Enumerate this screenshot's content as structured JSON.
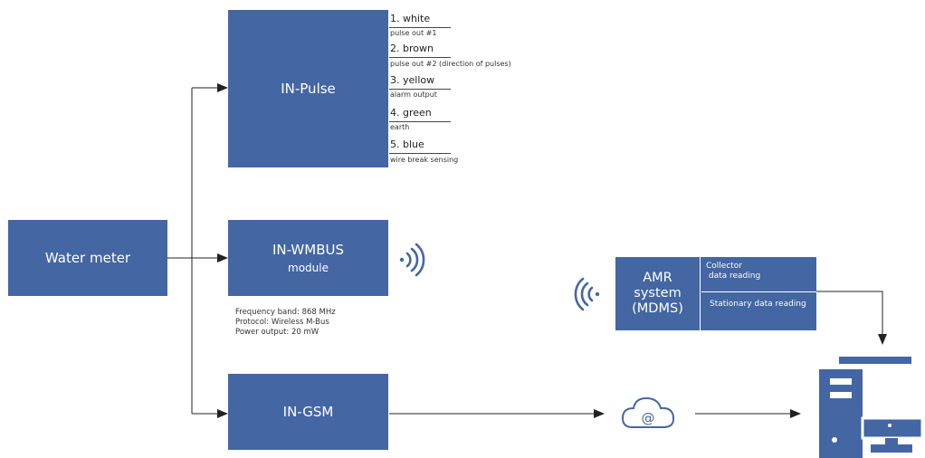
{
  "nodes": {
    "water_meter": "Water meter",
    "in_pulse": "IN-Pulse",
    "in_wmbus_title": "IN-WMBUS",
    "in_wmbus_sub": "module",
    "in_gsm": "IN-GSM"
  },
  "wires": [
    {
      "name": "1. white",
      "desc": "pulse out #1"
    },
    {
      "name": "2. brown",
      "desc": "pulse out #2 (direction of pulses)"
    },
    {
      "name": "3. yellow",
      "desc": "alarm output"
    },
    {
      "name": "4. green",
      "desc": "earth"
    },
    {
      "name": "5. blue",
      "desc": "wire break sensing"
    }
  ],
  "wmbus_specs": [
    "Frequency band: 868 MHz",
    "Protocol: Wireless M-Bus",
    "Power output: 20 mW"
  ],
  "amr": {
    "title_line1": "AMR",
    "title_line2": "system",
    "title_line3": "(MDMS)",
    "collector_line1": "Collector",
    "collector_line2": " data reading",
    "stationary": "Stationary data reading"
  },
  "icons": {
    "wireless": "wireless-signal-icon",
    "cloud": "cloud-at-icon",
    "server": "server-computer-icon"
  },
  "colors": {
    "box_fill": "#4466a3",
    "box_text": "#ffffff",
    "line": "#222222"
  }
}
